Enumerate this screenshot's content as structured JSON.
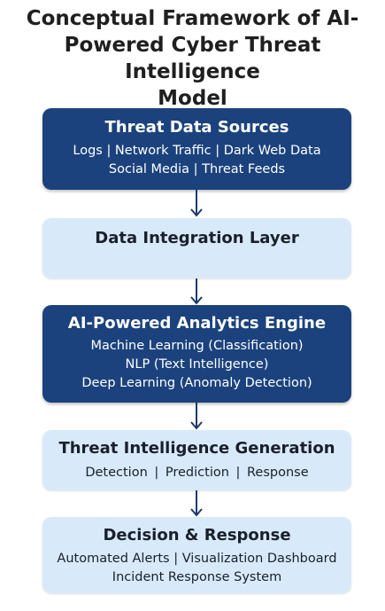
{
  "title": {
    "line1": "Conceptual Framework of AI-",
    "line2": "Powered Cyber Threat Intelligence",
    "line3": "Model"
  },
  "boxes": {
    "threat_data_sources": {
      "title": "Threat Data Sources",
      "line1": "Logs | Network Traffic | Dark Web Data",
      "line2": "Social Media | Threat Feeds"
    },
    "data_integration": {
      "title": "Data Integration Layer"
    },
    "analytics_engine": {
      "title": "AI-Powered Analytics Engine",
      "line1": "Machine Learning (Classification)",
      "line2": "NLP (Text Intelligence)",
      "line3": "Deep Learning (Anomaly Detection)"
    },
    "intel_generation": {
      "title": "Threat Intelligence Generation",
      "line1": "Detection  |  Prediction  |  Response"
    },
    "decision_response": {
      "title": "Decision & Response",
      "line1": "Automated Alerts | Visualization Dashboard",
      "line2": "Incident Response System"
    }
  },
  "colors": {
    "dark_box": "#1b427c",
    "light_box": "#d8eaf9",
    "arrow": "#1b3a6b"
  }
}
